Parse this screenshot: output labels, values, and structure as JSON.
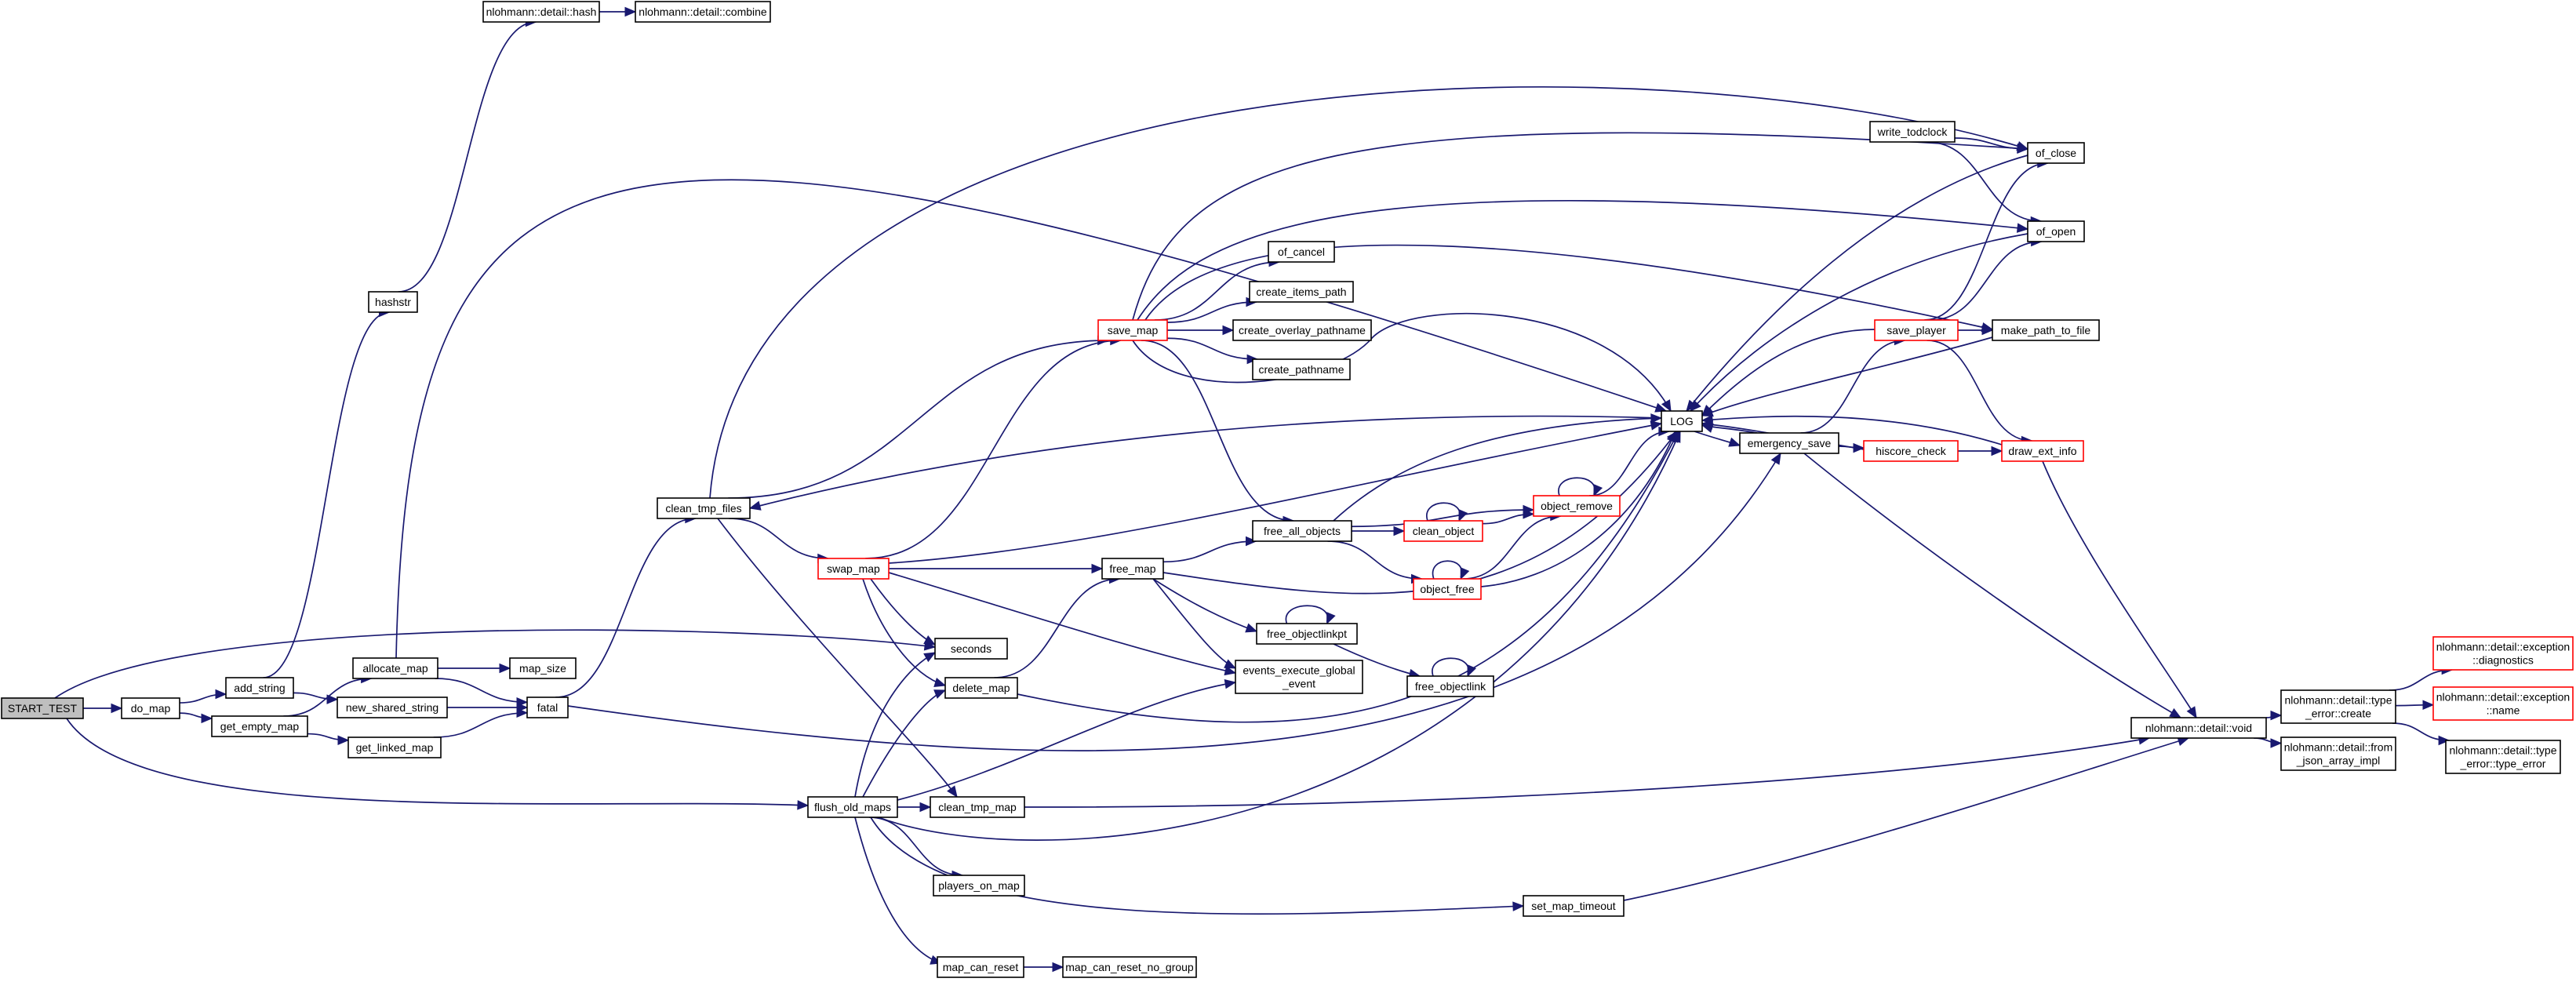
{
  "graph": {
    "nodes": [
      {
        "id": "start_test",
        "lines": [
          "START_TEST"
        ],
        "style": "root"
      },
      {
        "id": "do_map",
        "lines": [
          "do_map"
        ]
      },
      {
        "id": "add_string",
        "lines": [
          "add_string"
        ]
      },
      {
        "id": "get_empty_map",
        "lines": [
          "get_empty_map"
        ]
      },
      {
        "id": "hashstr",
        "lines": [
          "hashstr"
        ]
      },
      {
        "id": "nlohmann_hash",
        "lines": [
          "nlohmann::detail::hash"
        ]
      },
      {
        "id": "nlohmann_combine",
        "lines": [
          "nlohmann::detail::combine"
        ]
      },
      {
        "id": "allocate_map",
        "lines": [
          "allocate_map"
        ]
      },
      {
        "id": "new_shared_string",
        "lines": [
          "new_shared_string"
        ]
      },
      {
        "id": "get_linked_map",
        "lines": [
          "get_linked_map"
        ]
      },
      {
        "id": "map_size",
        "lines": [
          "map_size"
        ]
      },
      {
        "id": "fatal",
        "lines": [
          "fatal"
        ]
      },
      {
        "id": "clean_tmp_files",
        "lines": [
          "clean_tmp_files"
        ]
      },
      {
        "id": "swap_map",
        "lines": [
          "swap_map"
        ],
        "style": "red"
      },
      {
        "id": "save_map",
        "lines": [
          "save_map"
        ],
        "style": "red"
      },
      {
        "id": "of_cancel",
        "lines": [
          "of_cancel"
        ]
      },
      {
        "id": "create_items_path",
        "lines": [
          "create_items_path"
        ]
      },
      {
        "id": "create_overlay_pathname",
        "lines": [
          "create_overlay_pathname"
        ]
      },
      {
        "id": "create_pathname",
        "lines": [
          "create_pathname"
        ]
      },
      {
        "id": "free_map",
        "lines": [
          "free_map"
        ]
      },
      {
        "id": "free_all_objects",
        "lines": [
          "free_all_objects"
        ]
      },
      {
        "id": "clean_object",
        "lines": [
          "clean_object"
        ],
        "style": "red"
      },
      {
        "id": "object_free",
        "lines": [
          "object_free"
        ],
        "style": "red"
      },
      {
        "id": "object_remove",
        "lines": [
          "object_remove"
        ],
        "style": "red"
      },
      {
        "id": "free_objectlinkpt",
        "lines": [
          "free_objectlinkpt"
        ]
      },
      {
        "id": "free_objectlink",
        "lines": [
          "free_objectlink"
        ]
      },
      {
        "id": "seconds",
        "lines": [
          "seconds"
        ]
      },
      {
        "id": "delete_map",
        "lines": [
          "delete_map"
        ]
      },
      {
        "id": "events_execute_global_event",
        "lines": [
          "events_execute_global",
          "_event"
        ]
      },
      {
        "id": "flush_old_maps",
        "lines": [
          "flush_old_maps"
        ]
      },
      {
        "id": "clean_tmp_map",
        "lines": [
          "clean_tmp_map"
        ]
      },
      {
        "id": "players_on_map",
        "lines": [
          "players_on_map"
        ]
      },
      {
        "id": "map_can_reset",
        "lines": [
          "map_can_reset"
        ]
      },
      {
        "id": "map_can_reset_no_group",
        "lines": [
          "map_can_reset_no_group"
        ]
      },
      {
        "id": "set_map_timeout",
        "lines": [
          "set_map_timeout"
        ]
      },
      {
        "id": "log",
        "lines": [
          "LOG"
        ]
      },
      {
        "id": "emergency_save",
        "lines": [
          "emergency_save"
        ]
      },
      {
        "id": "write_todclock",
        "lines": [
          "write_todclock"
        ]
      },
      {
        "id": "of_close",
        "lines": [
          "of_close"
        ]
      },
      {
        "id": "of_open",
        "lines": [
          "of_open"
        ]
      },
      {
        "id": "save_player",
        "lines": [
          "save_player"
        ],
        "style": "red"
      },
      {
        "id": "make_path_to_file",
        "lines": [
          "make_path_to_file"
        ]
      },
      {
        "id": "hiscore_check",
        "lines": [
          "hiscore_check"
        ],
        "style": "red"
      },
      {
        "id": "draw_ext_info",
        "lines": [
          "draw_ext_info"
        ],
        "style": "red"
      },
      {
        "id": "nlohmann_void",
        "lines": [
          "nlohmann::detail::void"
        ]
      },
      {
        "id": "nlohmann_type_error_create",
        "lines": [
          "nlohmann::detail::type",
          "_error::create"
        ]
      },
      {
        "id": "nlohmann_from_json_array_impl",
        "lines": [
          "nlohmann::detail::from",
          "_json_array_impl"
        ]
      },
      {
        "id": "nlohmann_exception_diagnostics",
        "lines": [
          "nlohmann::detail::exception",
          "::diagnostics"
        ],
        "style": "red"
      },
      {
        "id": "nlohmann_exception_name",
        "lines": [
          "nlohmann::detail::exception",
          "::name"
        ],
        "style": "red"
      },
      {
        "id": "nlohmann_type_error_type_error",
        "lines": [
          "nlohmann::detail::type",
          "_error::type_error"
        ]
      }
    ],
    "edges": [
      [
        "start_test",
        "do_map"
      ],
      [
        "start_test",
        "seconds"
      ],
      [
        "start_test",
        "flush_old_maps"
      ],
      [
        "do_map",
        "add_string"
      ],
      [
        "do_map",
        "get_empty_map"
      ],
      [
        "add_string",
        "hashstr"
      ],
      [
        "add_string",
        "new_shared_string"
      ],
      [
        "hashstr",
        "nlohmann_hash"
      ],
      [
        "nlohmann_hash",
        "nlohmann_combine"
      ],
      [
        "get_empty_map",
        "allocate_map"
      ],
      [
        "get_empty_map",
        "get_linked_map"
      ],
      [
        "allocate_map",
        "map_size"
      ],
      [
        "allocate_map",
        "fatal"
      ],
      [
        "allocate_map",
        "log"
      ],
      [
        "new_shared_string",
        "fatal"
      ],
      [
        "get_linked_map",
        "fatal"
      ],
      [
        "fatal",
        "clean_tmp_files"
      ],
      [
        "fatal",
        "emergency_save"
      ],
      [
        "clean_tmp_files",
        "swap_map"
      ],
      [
        "clean_tmp_files",
        "save_map"
      ],
      [
        "clean_tmp_files",
        "clean_tmp_map"
      ],
      [
        "clean_tmp_files",
        "of_close"
      ],
      [
        "swap_map",
        "save_map"
      ],
      [
        "swap_map",
        "free_map"
      ],
      [
        "swap_map",
        "seconds"
      ],
      [
        "swap_map",
        "delete_map"
      ],
      [
        "swap_map",
        "events_execute_global_event"
      ],
      [
        "swap_map",
        "log"
      ],
      [
        "save_map",
        "of_cancel"
      ],
      [
        "save_map",
        "create_items_path"
      ],
      [
        "save_map",
        "create_overlay_pathname"
      ],
      [
        "save_map",
        "create_pathname"
      ],
      [
        "save_map",
        "free_all_objects"
      ],
      [
        "save_map",
        "log"
      ],
      [
        "save_map",
        "of_close"
      ],
      [
        "save_map",
        "of_open"
      ],
      [
        "save_map",
        "make_path_to_file"
      ],
      [
        "free_map",
        "free_all_objects"
      ],
      [
        "free_map",
        "free_objectlinkpt"
      ],
      [
        "free_map",
        "events_execute_global_event"
      ],
      [
        "free_map",
        "log"
      ],
      [
        "free_all_objects",
        "clean_object"
      ],
      [
        "free_all_objects",
        "object_free"
      ],
      [
        "free_all_objects",
        "object_remove"
      ],
      [
        "free_all_objects",
        "log"
      ],
      [
        "clean_object",
        "clean_object"
      ],
      [
        "clean_object",
        "object_remove"
      ],
      [
        "object_free",
        "object_free"
      ],
      [
        "object_free",
        "object_remove"
      ],
      [
        "object_free",
        "log"
      ],
      [
        "object_remove",
        "object_remove"
      ],
      [
        "object_remove",
        "log"
      ],
      [
        "free_objectlinkpt",
        "free_objectlinkpt"
      ],
      [
        "free_objectlinkpt",
        "free_objectlink"
      ],
      [
        "free_objectlink",
        "free_objectlink"
      ],
      [
        "delete_map",
        "free_map"
      ],
      [
        "delete_map",
        "log"
      ],
      [
        "flush_old_maps",
        "seconds"
      ],
      [
        "flush_old_maps",
        "delete_map"
      ],
      [
        "flush_old_maps",
        "clean_tmp_map"
      ],
      [
        "flush_old_maps",
        "events_execute_global_event"
      ],
      [
        "flush_old_maps",
        "log"
      ],
      [
        "flush_old_maps",
        "players_on_map"
      ],
      [
        "flush_old_maps",
        "map_can_reset"
      ],
      [
        "flush_old_maps",
        "set_map_timeout"
      ],
      [
        "map_can_reset",
        "map_can_reset_no_group"
      ],
      [
        "clean_tmp_map",
        "nlohmann_void"
      ],
      [
        "set_map_timeout",
        "nlohmann_void"
      ],
      [
        "log",
        "clean_tmp_files"
      ],
      [
        "log",
        "emergency_save"
      ],
      [
        "emergency_save",
        "log"
      ],
      [
        "emergency_save",
        "save_player"
      ],
      [
        "emergency_save",
        "hiscore_check"
      ],
      [
        "emergency_save",
        "nlohmann_void"
      ],
      [
        "write_todclock",
        "of_close"
      ],
      [
        "write_todclock",
        "of_open"
      ],
      [
        "save_player",
        "log"
      ],
      [
        "save_player",
        "of_close"
      ],
      [
        "save_player",
        "of_open"
      ],
      [
        "save_player",
        "make_path_to_file"
      ],
      [
        "save_player",
        "draw_ext_info"
      ],
      [
        "hiscore_check",
        "log"
      ],
      [
        "hiscore_check",
        "draw_ext_info"
      ],
      [
        "draw_ext_info",
        "log"
      ],
      [
        "draw_ext_info",
        "nlohmann_void"
      ],
      [
        "make_path_to_file",
        "log"
      ],
      [
        "of_close",
        "log"
      ],
      [
        "of_open",
        "log"
      ],
      [
        "nlohmann_void",
        "nlohmann_type_error_create"
      ],
      [
        "nlohmann_void",
        "nlohmann_from_json_array_impl"
      ],
      [
        "nlohmann_type_error_create",
        "nlohmann_exception_diagnostics"
      ],
      [
        "nlohmann_type_error_create",
        "nlohmann_exception_name"
      ],
      [
        "nlohmann_type_error_create",
        "nlohmann_type_error_type_error"
      ]
    ]
  }
}
